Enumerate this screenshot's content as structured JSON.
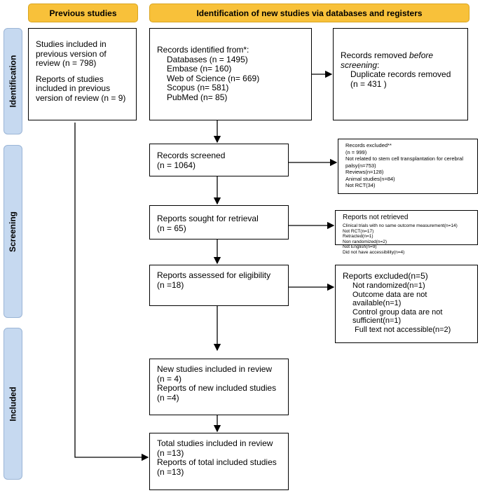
{
  "headers": {
    "previous": "Previous studies",
    "new": "Identification of new studies via databases and registers"
  },
  "phases": {
    "identification": "Identification",
    "screening": "Screening",
    "included": "Included"
  },
  "previous_box": {
    "line1": "Studies included in previous version of review (n = 798)",
    "line2": "Reports of studies included in previous version of review (n = 9)"
  },
  "identified": {
    "title": "Records identified from*:",
    "items": [
      "Databases (n = 1495)",
      "Embase (n= 160)",
      "Web of Science (n= 669)",
      "Scopus (n= 581)",
      "PubMed (n= 85)"
    ]
  },
  "removed": {
    "title_a": "Records removed ",
    "title_em": "before screening",
    "title_b": ":",
    "items": [
      "Duplicate records removed",
      "(n = 431 )"
    ]
  },
  "screened": {
    "title": "Records screened",
    "count": "(n = 1064)"
  },
  "excluded": {
    "lines": [
      "Records excluded**",
      "(n = 999)",
      "Not related to stem cell transplantation for cerebral palsy(n=753)",
      "Reviews(n=128)",
      "Animal studies(n=84)",
      "Not RCT(34)"
    ]
  },
  "sought": {
    "title": "Reports sought for retrieval",
    "count": "(n = 65)"
  },
  "not_retrieved": {
    "title": "Reports not retrieved",
    "lines": [
      "Clinical trials with no same outcome measurement(n=14)",
      "Not RCT(n=17)",
      "Retracted(n=1)",
      "Non randomized(n=2)",
      "Not English(n=9)",
      "Did not have accessibility(n=4)"
    ]
  },
  "assessed": {
    "title": "Reports assessed for eligibility",
    "count": "(n =18)"
  },
  "reports_excluded": {
    "title": "Reports excluded(n=5)",
    "lines": [
      "Not randomized(n=1)",
      "Outcome data are not available(n=1)",
      "Control group data are not sufficient(n=1)",
      " Full text not accessible(n=2)"
    ]
  },
  "new_included": {
    "lines": [
      "New studies included in review",
      "(n = 4)",
      "Reports of new included studies",
      "(n =4)"
    ]
  },
  "total": {
    "lines": [
      "Total studies included in review",
      "(n =13)",
      "Reports of total included studies",
      "(n =13)"
    ]
  }
}
